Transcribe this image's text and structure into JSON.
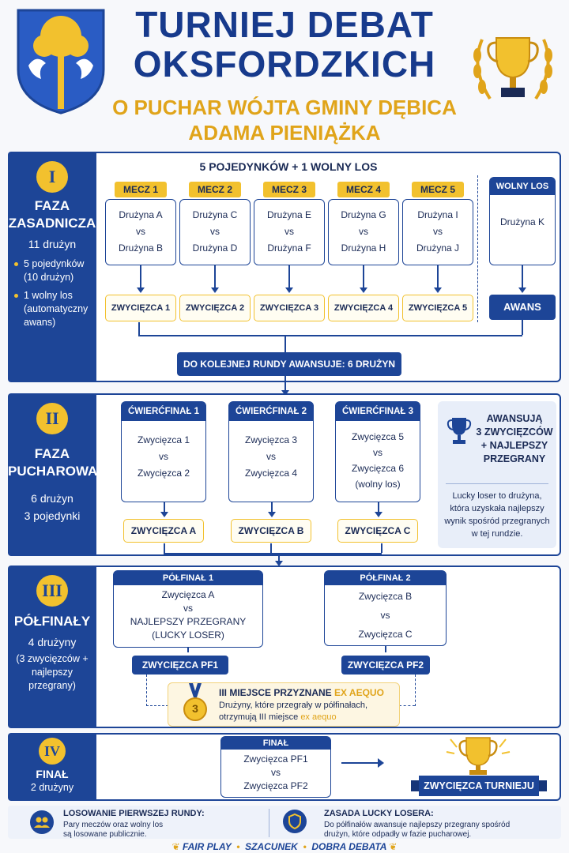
{
  "header": {
    "title_line1": "TURNIEJ DEBAT",
    "title_line2": "OKSFORDZKICH",
    "subtitle_line1": "O PUCHAR WÓJTA GMINY DĘBICA",
    "subtitle_line2": "ADAMA PIENIĄŻKA"
  },
  "phase1": {
    "roman": "I",
    "title_line1": "FAZA",
    "title_line2": "ZASADNICZA",
    "teams": "11 drużyn",
    "bullet1": "5 pojedynków (10 drużyn)",
    "bullet2": "1 wolny los (automatyczny awans)",
    "heading": "5 POJEDYNKÓW + 1 WOLNY LOS",
    "matches": [
      {
        "tag": "MECZ 1",
        "a": "Drużyna A",
        "vs": "vs",
        "b": "Drużyna B",
        "winner": "ZWYCIĘZCA 1"
      },
      {
        "tag": "MECZ 2",
        "a": "Drużyna C",
        "vs": "vs",
        "b": "Drużyna D",
        "winner": "ZWYCIĘZCA 2"
      },
      {
        "tag": "MECZ 3",
        "a": "Drużyna E",
        "vs": "vs",
        "b": "Drużyna F",
        "winner": "ZWYCIĘZCA 3"
      },
      {
        "tag": "MECZ 4",
        "a": "Drużyna G",
        "vs": "vs",
        "b": "Drużyna H",
        "winner": "ZWYCIĘZCA 4"
      },
      {
        "tag": "MECZ 5",
        "a": "Drużyna I",
        "vs": "vs",
        "b": "Drużyna J",
        "winner": "ZWYCIĘZCA 5"
      }
    ],
    "bye_tag": "WOLNY LOS",
    "bye_team": "Drużyna K",
    "bye_result": "AWANS",
    "advance_note": "DO KOLEJNEJ RUNDY AWANSUJE: 6 DRUŻYN"
  },
  "phase2": {
    "roman": "II",
    "title_line1": "FAZA",
    "title_line2": "PUCHAROWA",
    "teams": "6 drużyn",
    "duels": "3 pojedynki",
    "matches": [
      {
        "tag": "ĆWIERĆFINAŁ 1",
        "a": "Zwycięzca 1",
        "vs": "vs",
        "b": "Zwycięzca 2",
        "winner": "ZWYCIĘZCA A"
      },
      {
        "tag": "ĆWIERĆFINAŁ 2",
        "a": "Zwycięzca 3",
        "vs": "vs",
        "b": "Zwycięzca 4",
        "winner": "ZWYCIĘZCA B"
      },
      {
        "tag": "ĆWIERĆFINAŁ 3",
        "a": "Zwycięzca 5",
        "vs": "vs",
        "b": "Zwycięzca 6",
        "b2": "(wolny los)",
        "winner": "ZWYCIĘZCA C"
      }
    ],
    "info_line1": "AWANSUJĄ",
    "info_line2": "3 ZWYCIĘZCÓW",
    "info_line3": "+ NAJLEPSZY",
    "info_line4": "PRZEGRANY",
    "info_text": "Lucky loser to drużyna, która uzyskała najlepszy wynik spośród przegranych w tej rundzie."
  },
  "phase3": {
    "roman": "III",
    "title": "PÓŁFINAŁY",
    "teams": "4 drużyny",
    "detail": "(3 zwycięzców + najlepszy przegrany)",
    "sf1": {
      "tag": "PÓŁFINAŁ 1",
      "a": "Zwycięzca A",
      "vs": "vs",
      "b": "NAJLEPSZY PRZEGRANY",
      "b2": "(LUCKY LOSER)",
      "winner": "ZWYCIĘZCA PF1"
    },
    "sf2": {
      "tag": "PÓŁFINAŁ 2",
      "a": "Zwycięzca B",
      "vs": "vs",
      "b": "Zwycięzca C",
      "winner": "ZWYCIĘZCA PF2"
    },
    "third_title": "III MIEJSCE PRZYZNANE",
    "third_title_accent": "EX AEQUO",
    "third_text": "Drużyny, które przegrały w półfinałach, otrzymują III miejsce",
    "third_text_accent": "ex aequo",
    "medal": "3"
  },
  "phase4": {
    "roman": "IV",
    "title": "FINAŁ",
    "teams": "2 drużyny",
    "tag": "FINAŁ",
    "a": "Zwycięzca PF1",
    "vs": "vs",
    "b": "Zwycięzca PF2",
    "champion": "ZWYCIĘZCA TURNIEJU"
  },
  "footer": {
    "left_title": "LOSOWANIE PIERWSZEJ RUNDY:",
    "left_text": "Pary meczów oraz wolny los są losowane publicznie.",
    "right_title": "ZASADA LUCKY LOSERA:",
    "right_text": "Do półfinałów awansuje najlepszy przegrany spośród drużyn, które odpadły w fazie pucharowej.",
    "motto1": "FAIR PLAY",
    "motto2": "SZACUNEK",
    "motto3": "DOBRA DEBATA"
  },
  "colors": {
    "navy": "#1d4597",
    "gold": "#f2c12e",
    "light_blue": "#e8eef9"
  }
}
